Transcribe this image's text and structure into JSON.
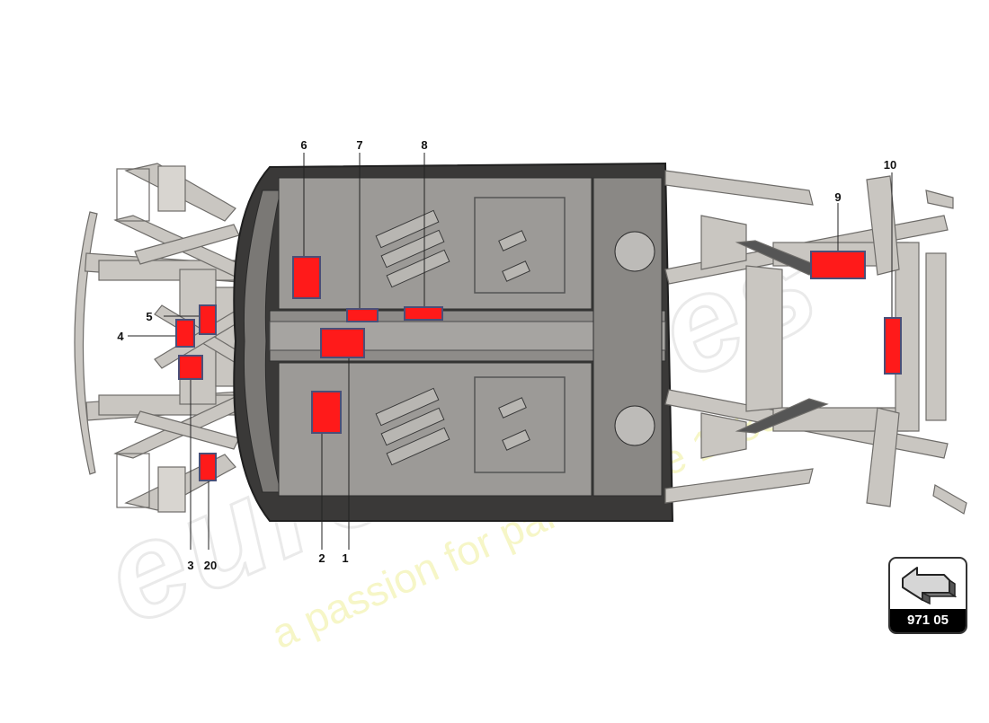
{
  "diagram": {
    "callouts": [
      {
        "id": "c1",
        "label": "1"
      },
      {
        "id": "c2",
        "label": "2"
      },
      {
        "id": "c3",
        "label": "3"
      },
      {
        "id": "c20",
        "label": "20"
      },
      {
        "id": "c4",
        "label": "4"
      },
      {
        "id": "c5",
        "label": "5"
      },
      {
        "id": "c6",
        "label": "6"
      },
      {
        "id": "c7",
        "label": "7"
      },
      {
        "id": "c8",
        "label": "8"
      },
      {
        "id": "c9",
        "label": "9"
      },
      {
        "id": "c10",
        "label": "10"
      }
    ],
    "badge_code": "971 05",
    "badge_icon": "view-direction-arrow-icon"
  },
  "watermark": {
    "brand": "eurospares",
    "tagline": "a passion for parts since 1985"
  },
  "colors": {
    "highlight": "#ff1a1a",
    "highlight_border": "#4a4f78",
    "frame": "#c9c6c1",
    "floor": "#9c9a97",
    "tub": "#3a3938"
  }
}
